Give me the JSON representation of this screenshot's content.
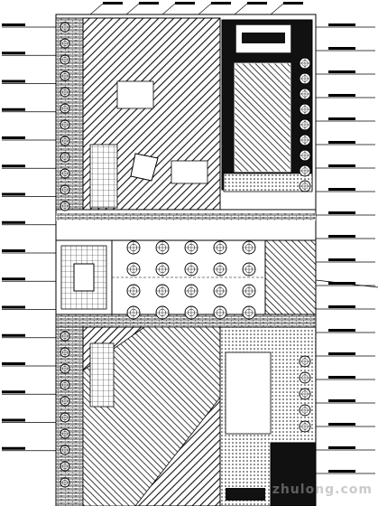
{
  "drawing": {
    "kind": "landscape-site-plan",
    "line_color": "#000000",
    "background_color": "#ffffff",
    "hatch_color": "#1a1a1a",
    "watermark_text": "zhulong.com",
    "watermark_visible_as": "logo-picture"
  },
  "zones": [
    {
      "id": "north-paved-plaza",
      "pattern": "diagonal-hatch"
    },
    {
      "id": "north-east-building",
      "pattern": "dense-fill"
    },
    {
      "id": "central-tree-court",
      "pattern": "open",
      "tree_rows": 4,
      "tree_cols": 5
    },
    {
      "id": "west-fountain-square",
      "pattern": "grid"
    },
    {
      "id": "south-paved-plaza",
      "pattern": "diagonal-hatch"
    },
    {
      "id": "south-east-garden",
      "pattern": "mixed"
    },
    {
      "id": "east-tree-column",
      "pattern": "trees"
    }
  ],
  "callouts": {
    "left_count": 16,
    "right_count": 20,
    "top_count": 6
  }
}
